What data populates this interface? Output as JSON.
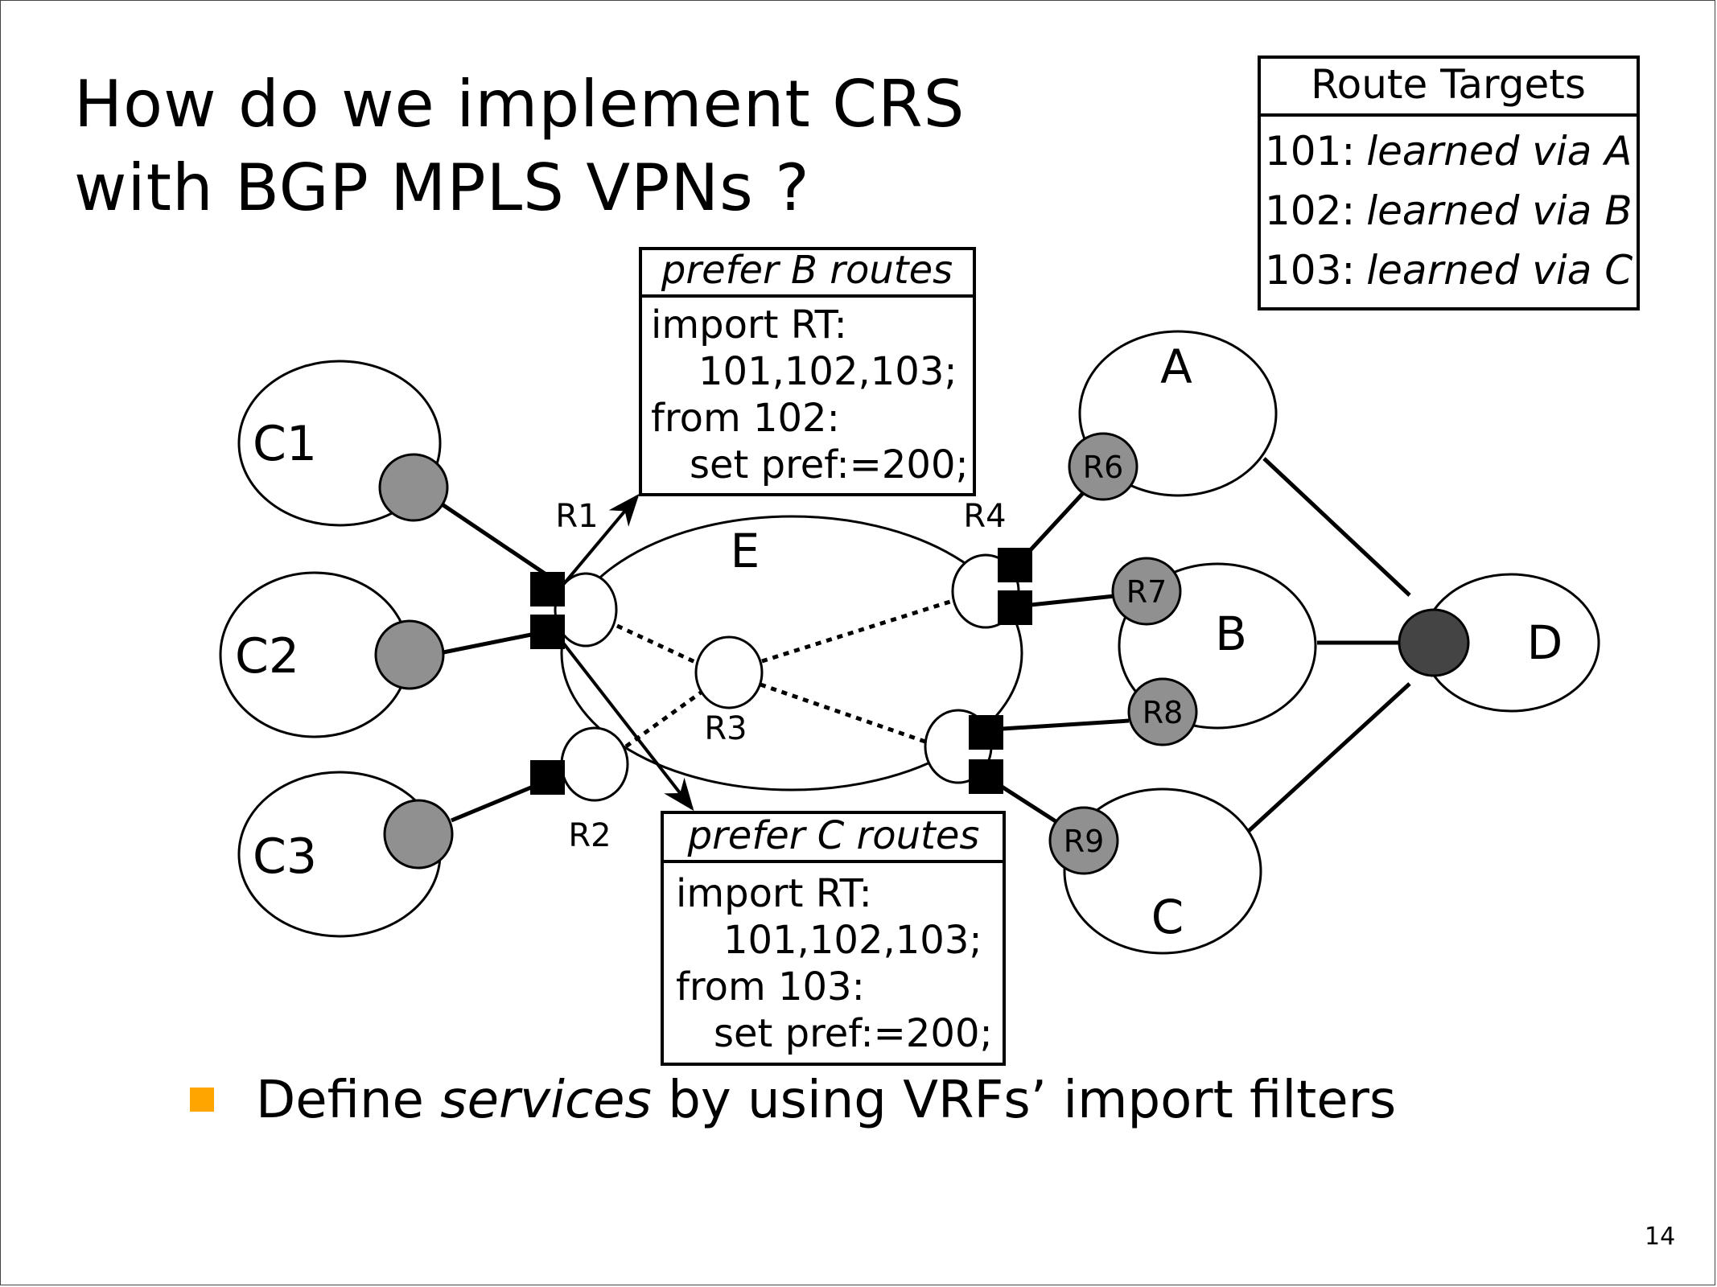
{
  "slide": {
    "title_lines": [
      "How do we implement CRS",
      "with BGP MPLS VPNs ?"
    ],
    "page_number": "14"
  },
  "route_targets": {
    "header": "Route Targets",
    "rows": [
      {
        "rt": "101:",
        "desc": "learned via A"
      },
      {
        "rt": "102:",
        "desc": "learned via B"
      },
      {
        "rt": "103:",
        "desc": "learned via C"
      }
    ]
  },
  "policy_boxes": [
    {
      "header": "prefer B routes",
      "lines": [
        "import RT:",
        "101,102,103;",
        "from 102:",
        "set pref:=200;"
      ]
    },
    {
      "header": "prefer C routes",
      "lines": [
        "import RT:",
        "101,102,103;",
        "from 103:",
        "set pref:=200;"
      ]
    }
  ],
  "diagram": {
    "clouds": {
      "c1": "C1",
      "c2": "C2",
      "c3": "C3",
      "e": "E",
      "a": "A",
      "b": "B",
      "c": "C",
      "d": "D"
    },
    "routers": {
      "r1": "R1",
      "r2": "R2",
      "r3": "R3",
      "r4": "R4",
      "r6": "R6",
      "r7": "R7",
      "r8": "R8",
      "r9": "R9"
    },
    "colors": {
      "ce_node": "#909090",
      "d_node": "#444444",
      "vrf_square": "#000000"
    }
  },
  "bullets": [
    {
      "pre": "Define ",
      "emph": "services",
      "post": " by using VRFs’ import filters",
      "marker_color": "#ffa500"
    }
  ]
}
